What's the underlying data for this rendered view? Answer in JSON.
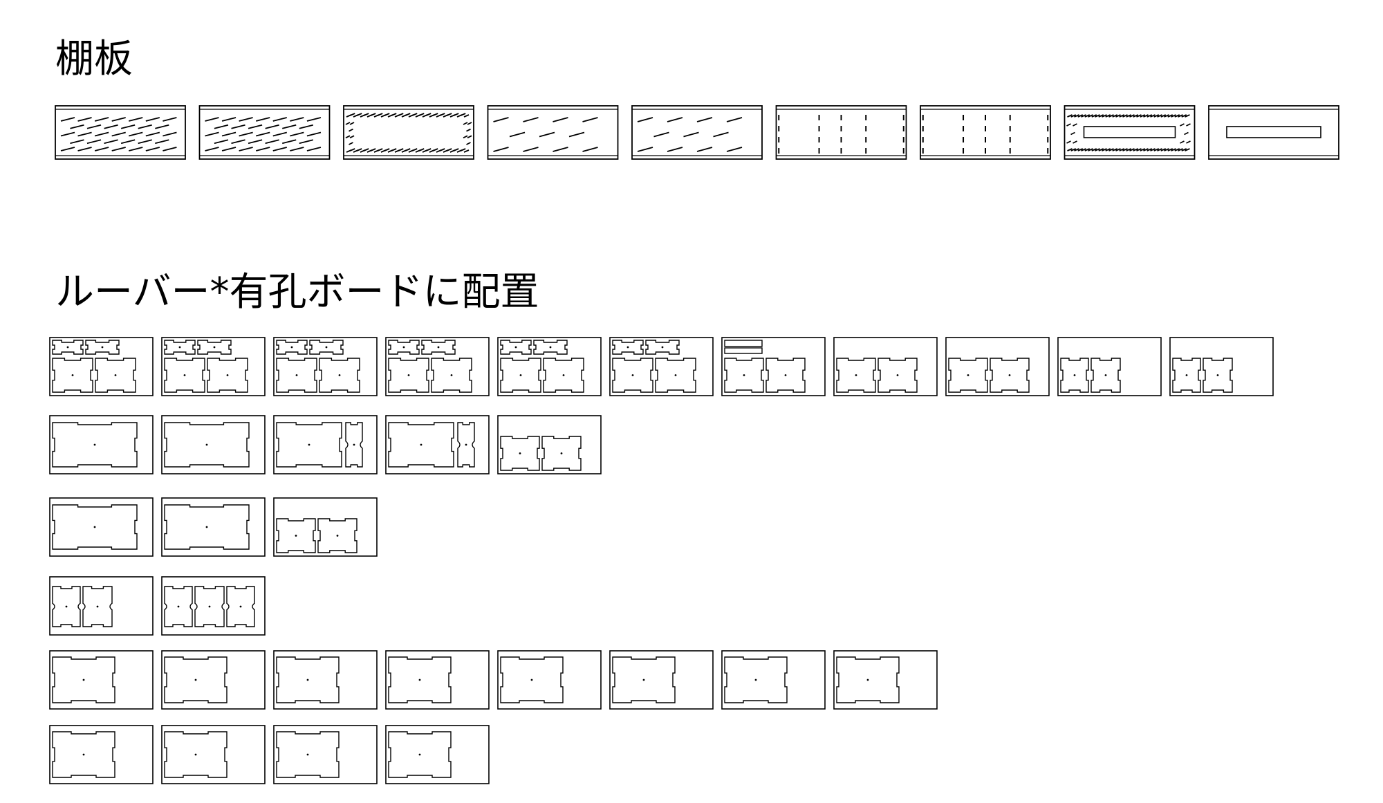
{
  "sections": [
    {
      "id": "shelves",
      "title": "棚板"
    },
    {
      "id": "louver",
      "title": "ルーバー*有孔ボードに配置"
    }
  ],
  "shelf_patterns": [
    "diag-dense",
    "diag-dense",
    "diag-dense-border",
    "diag-sparse",
    "diag-sparse",
    "vertical-dashes",
    "vertical-dashes",
    "diag-dense-border-slot",
    "slot"
  ],
  "louver_rows": [
    [
      "two-small-two-large",
      "two-small-two-large",
      "two-small-two-large",
      "two-small-two-large",
      "two-small-two-large",
      "two-small-two-large",
      "strip-two-large",
      "two-large",
      "two-large",
      "two-narrow",
      "two-narrow"
    ],
    [
      "one-wide",
      "one-wide",
      "wide-plus-strip",
      "wide-plus-strip",
      "two-large"
    ],
    [
      "one-wide",
      "one-wide",
      "two-large"
    ],
    [
      "two-narrow-wavy",
      "three-narrow-wavy"
    ],
    [
      "single-panel",
      "single-panel",
      "single-panel",
      "single-panel",
      "single-panel",
      "single-panel",
      "single-panel",
      "single-panel"
    ],
    [
      "single-panel-blank",
      "single-panel-blank",
      "single-panel-blank",
      "single-panel-blank"
    ]
  ]
}
